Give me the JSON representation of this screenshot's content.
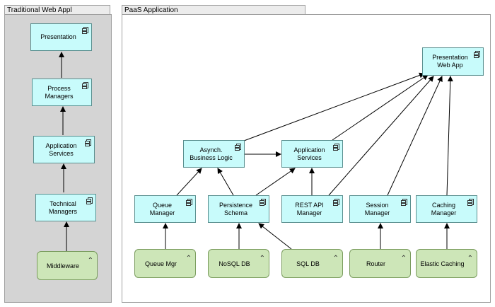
{
  "groups": {
    "traditional": {
      "title": "Traditional Web Appl"
    },
    "paas": {
      "title": "PaaS Application"
    }
  },
  "components": {
    "presentation": "Presentation",
    "process_managers": "Process\nManagers",
    "application_services_left": "Application\nServices",
    "technical_managers": "Technical\nManagers",
    "presentation_web_app": "Presentation\nWeb App",
    "async_business_logic": "Asynch.\nBusiness Logic",
    "application_services_right": "Application\nServices",
    "queue_manager": "Queue\nManager",
    "persistence_schema": "Persistence\nSchema",
    "rest_api_manager": "REST API\nManager",
    "session_manager": "Session\nManager",
    "caching_manager": "Caching\nManager"
  },
  "nodes": {
    "middleware": "Middleware",
    "queue_mgr": "Queue Mgr",
    "nosql_db": "NoSQL DB",
    "sql_db": "SQL DB",
    "router": "Router",
    "elastic_caching": "Elastic Caching"
  },
  "colors": {
    "component_fill": "#c8fbfb",
    "node_fill": "#cde6b8",
    "group_fill_left": "#d4d4d4"
  },
  "icons": {
    "component": "component-icon",
    "node": "node-icon"
  }
}
